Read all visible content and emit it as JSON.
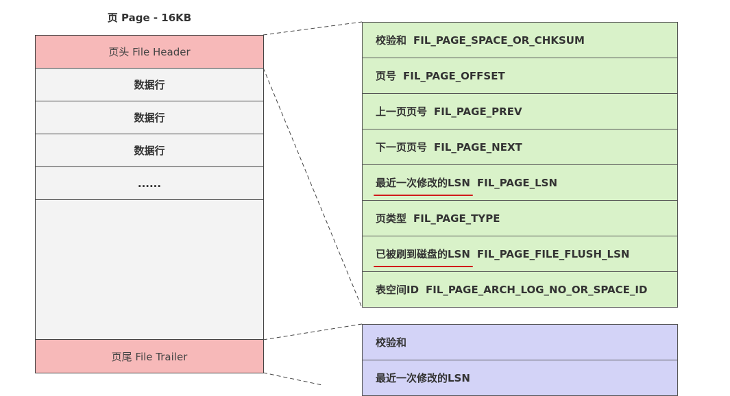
{
  "title": "页 Page - 16KB",
  "page": {
    "header": "页头 File Header",
    "rows": [
      "数据行",
      "数据行",
      "数据行"
    ],
    "ellipsis": "......",
    "trailer": "页尾 File Trailer"
  },
  "file_header_fields": [
    {
      "label": "校验和",
      "name": "FIL_PAGE_SPACE_OR_CHKSUM",
      "highlight": false
    },
    {
      "label": "页号",
      "name": "FIL_PAGE_OFFSET",
      "highlight": false
    },
    {
      "label": "上一页页号",
      "name": "FIL_PAGE_PREV",
      "highlight": false
    },
    {
      "label": "下一页页号",
      "name": "FIL_PAGE_NEXT",
      "highlight": false
    },
    {
      "label": "最近一次修改的LSN",
      "name": "FIL_PAGE_LSN",
      "highlight": true
    },
    {
      "label": "页类型",
      "name": "FIL_PAGE_TYPE",
      "highlight": false
    },
    {
      "label": "已被刷到磁盘的LSN",
      "name": "FIL_PAGE_FILE_FLUSH_LSN",
      "highlight": true
    },
    {
      "label": "表空间ID",
      "name": "FIL_PAGE_ARCH_LOG_NO_OR_SPACE_ID",
      "highlight": false
    }
  ],
  "file_trailer_fields": [
    {
      "label": "校验和"
    },
    {
      "label": "最近一次修改的LSN"
    }
  ],
  "colors": {
    "header_fill": "#f7b9b9",
    "field_panel_fill": "#d9f2c9",
    "trailer_panel_fill": "#d3d3f7",
    "highlight_underline": "#d11a1a"
  }
}
